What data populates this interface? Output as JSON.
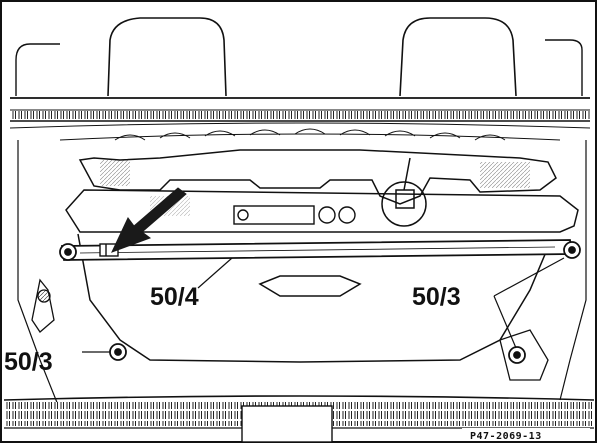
{
  "diagram": {
    "callouts": {
      "strut": "50/4",
      "bolt_right": "50/3",
      "bolt_left": "50/3"
    },
    "figure_reference": "P47-2069-13",
    "colors": {
      "ink": "#111111",
      "paper": "#ffffff",
      "arrow": "#1a1a1a"
    }
  }
}
